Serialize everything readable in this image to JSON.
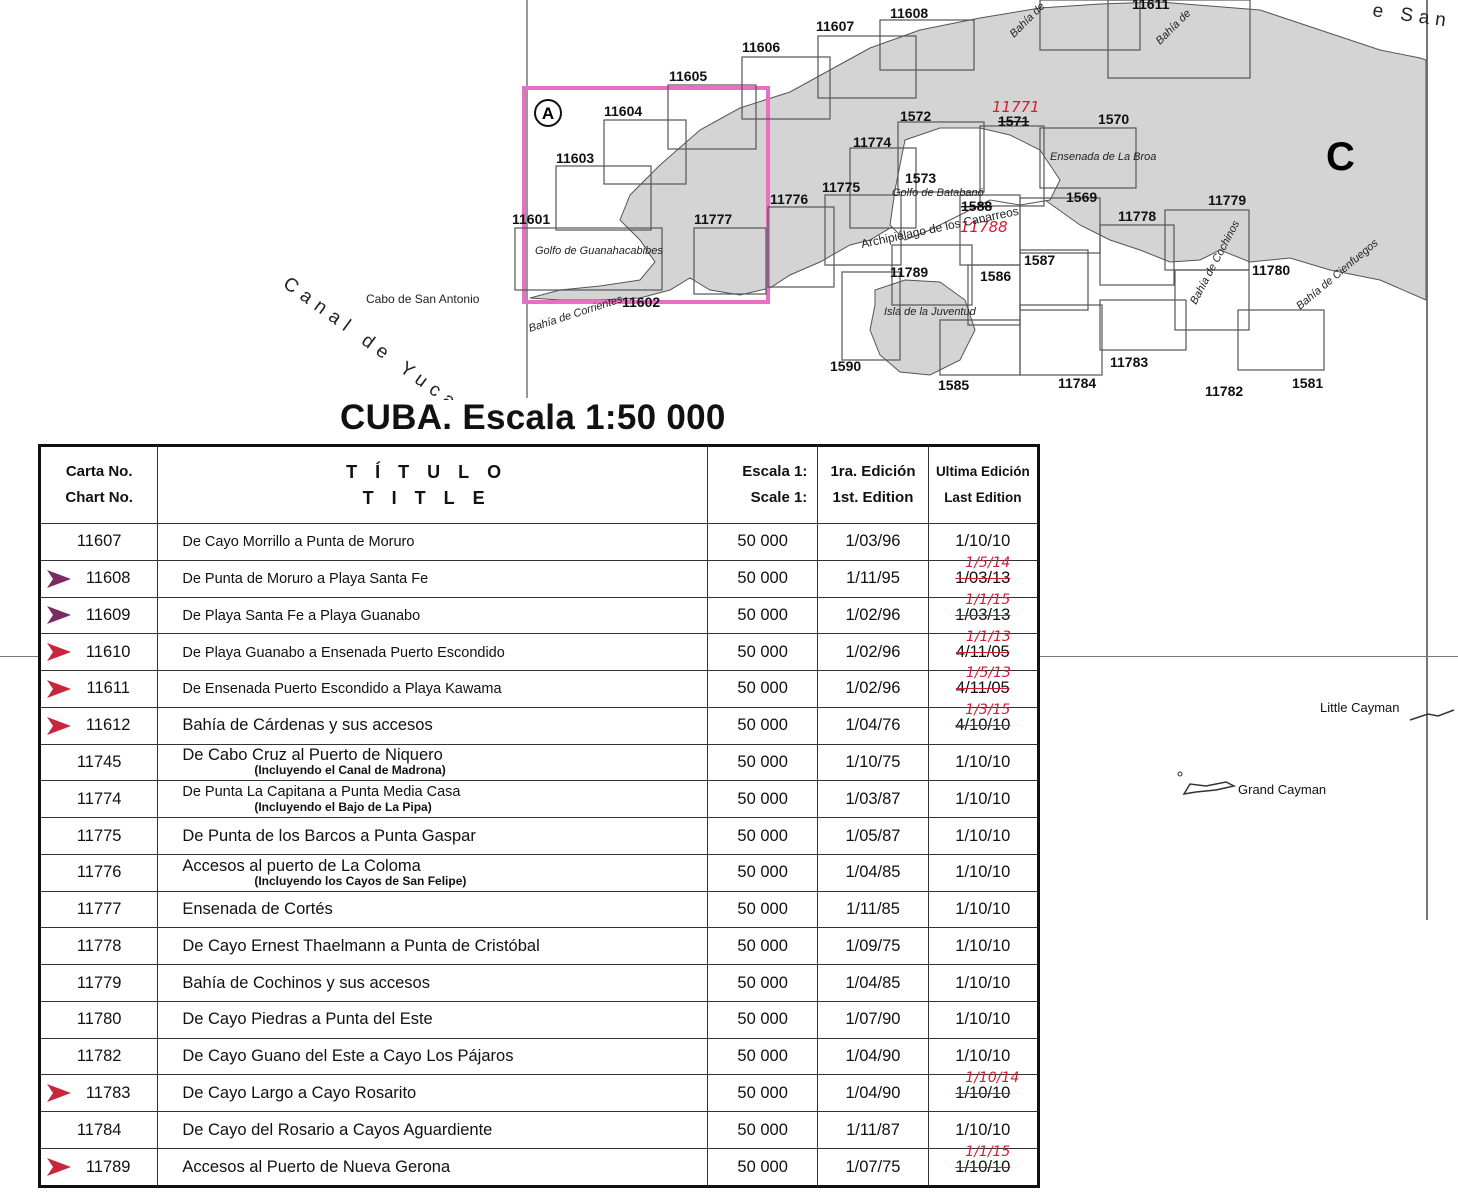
{
  "map": {
    "title": "CUBA. Escala 1:50 000",
    "letter_a": "A",
    "sea_letter": "C",
    "top_right_letters": "e San",
    "canal_label": "Canal de Yucatán",
    "places": {
      "cabo": "Cabo de San Antonio",
      "golfo_guan": "Golfo de Guanahacabibes",
      "bahia_corr": "Bahía de Corrientes",
      "golfo_bat": "Golfo de Batabanó",
      "arch": "Archipiélago de los Canarreos",
      "isla": "Isla de la Juventud",
      "ensenada_broa": "Ensenada de La Broa",
      "bahia_coch": "Bahía de Cochinos",
      "bahia_cienf": "Bahía de Cienfuegos",
      "bahia_top1": "Bahía de",
      "bahia_top2": "Bahía de"
    },
    "handwritten": {
      "h1571": "11771",
      "h1588": "11788"
    },
    "chart_numbers": {
      "n11601": "11601",
      "n11602": "11602",
      "n11603": "11603",
      "n11604": "11604",
      "n11605": "11605",
      "n11606": "11606",
      "n11607": "11607",
      "n11608": "11608",
      "n11611": "11611",
      "n11777": "11777",
      "n11776": "11776",
      "n11775": "11775",
      "n11774": "11774",
      "n1572": "1572",
      "n1573": "1573",
      "n1571": "1571",
      "n1570": "1570",
      "n1569": "1569",
      "n1588": "1588",
      "n11789": "11789",
      "n1586": "1586",
      "n1587": "1587",
      "n11778": "11778",
      "n11779": "11779",
      "n11780": "11780",
      "n11783": "11783",
      "n11784": "11784",
      "n11782": "11782",
      "n1581": "1581",
      "n1585": "1585",
      "n1590": "1590"
    },
    "cayman": {
      "little": "Little Cayman",
      "grand": "Grand Cayman"
    },
    "colors": {
      "land": "#d4d4d4",
      "highlight": "#e86fc4",
      "annotation": "#d51a33",
      "marker": "#c8263d"
    }
  },
  "table": {
    "headers": {
      "carta_es": "Carta No.",
      "carta_en": "Chart No.",
      "titulo_es": "TÍTULO",
      "titulo_en": "TITLE",
      "escala_es": "Escala 1:",
      "escala_en": "Scale 1:",
      "ed1_es": "1ra. Edición",
      "ed1_en": "1st. Edition",
      "edl_es": "Ultima Edición",
      "edl_en": "Last Edition"
    },
    "rows": [
      {
        "chart": "11607",
        "title": "De Cayo Morrillo a Punta de Moruro",
        "subtitle": "",
        "scale": "50 000",
        "first": "1/03/96",
        "last": "1/10/10",
        "last_new": "",
        "marker": ""
      },
      {
        "chart": "11608",
        "title": "De Punta de Moruro a Playa Santa Fe",
        "subtitle": "",
        "scale": "50 000",
        "first": "1/11/95",
        "last": "1/03/13",
        "last_new": "1/5/14",
        "marker": "purple"
      },
      {
        "chart": "11609",
        "title": "De Playa Santa Fe a Playa Guanabo",
        "subtitle": "",
        "scale": "50 000",
        "first": "1/02/96",
        "last": "1/03/13",
        "last_new": "1/1/15",
        "marker": "purple"
      },
      {
        "chart": "11610",
        "title": "De Playa Guanabo a Ensenada Puerto Escondido",
        "subtitle": "",
        "scale": "50 000",
        "first": "1/02/96",
        "last": "4/11/05",
        "last_new": "1/1/13",
        "marker": "red"
      },
      {
        "chart": "11611",
        "title": "De Ensenada Puerto Escondido a Playa Kawama",
        "subtitle": "",
        "scale": "50 000",
        "first": "1/02/96",
        "last": "4/11/05",
        "last_new": "1/5/13",
        "marker": "red"
      },
      {
        "chart": "11612",
        "title": "Bahía de Cárdenas y sus accesos",
        "subtitle": "",
        "scale": "50 000",
        "first": "1/04/76",
        "last": "4/10/10",
        "last_new": "1/3/15",
        "marker": "red"
      },
      {
        "chart": "11745",
        "title": "De Cabo Cruz al Puerto de Niquero",
        "subtitle": "(Incluyendo el Canal de Madrona)",
        "scale": "50 000",
        "first": "1/10/75",
        "last": "1/10/10",
        "last_new": "",
        "marker": ""
      },
      {
        "chart": "11774",
        "title": "De Punta La Capitana a Punta Media Casa",
        "subtitle": "(Incluyendo el Bajo de La Pipa)",
        "scale": "50 000",
        "first": "1/03/87",
        "last": "1/10/10",
        "last_new": "",
        "marker": ""
      },
      {
        "chart": "11775",
        "title": "De Punta de los Barcos a Punta Gaspar",
        "subtitle": "",
        "scale": "50 000",
        "first": "1/05/87",
        "last": "1/10/10",
        "last_new": "",
        "marker": ""
      },
      {
        "chart": "11776",
        "title": "Accesos al puerto de La Coloma",
        "subtitle": "(Incluyendo los Cayos de San Felipe)",
        "scale": "50 000",
        "first": "1/04/85",
        "last": "1/10/10",
        "last_new": "",
        "marker": ""
      },
      {
        "chart": "11777",
        "title": "Ensenada de Cortés",
        "subtitle": "",
        "scale": "50 000",
        "first": "1/11/85",
        "last": "1/10/10",
        "last_new": "",
        "marker": ""
      },
      {
        "chart": "11778",
        "title": "De Cayo Ernest Thaelmann a Punta de Cristóbal",
        "subtitle": "",
        "scale": "50 000",
        "first": "1/09/75",
        "last": "1/10/10",
        "last_new": "",
        "marker": ""
      },
      {
        "chart": "11779",
        "title": "Bahía de Cochinos y sus accesos",
        "subtitle": "",
        "scale": "50 000",
        "first": "1/04/85",
        "last": "1/10/10",
        "last_new": "",
        "marker": ""
      },
      {
        "chart": "11780",
        "title": "De Cayo Piedras a Punta del Este",
        "subtitle": "",
        "scale": "50 000",
        "first": "1/07/90",
        "last": "1/10/10",
        "last_new": "",
        "marker": ""
      },
      {
        "chart": "11782",
        "title": "De Cayo Guano del Este a Cayo Los Pájaros",
        "subtitle": "",
        "scale": "50 000",
        "first": "1/04/90",
        "last": "1/10/10",
        "last_new": "",
        "marker": ""
      },
      {
        "chart": "11783",
        "title": "De Cayo Largo a Cayo Rosarito",
        "subtitle": "",
        "scale": "50 000",
        "first": "1/04/90",
        "last": "1/10/10",
        "last_new": "1/10/14",
        "marker": "red"
      },
      {
        "chart": "11784",
        "title": "De Cayo del Rosario a Cayos Aguardiente",
        "subtitle": "",
        "scale": "50 000",
        "first": "1/11/87",
        "last": "1/10/10",
        "last_new": "",
        "marker": ""
      },
      {
        "chart": "11789",
        "title": "Accesos al Puerto de Nueva Gerona",
        "subtitle": "",
        "scale": "50 000",
        "first": "1/07/75",
        "last": "1/10/10",
        "last_new": "1/1/15",
        "marker": "red"
      }
    ]
  }
}
